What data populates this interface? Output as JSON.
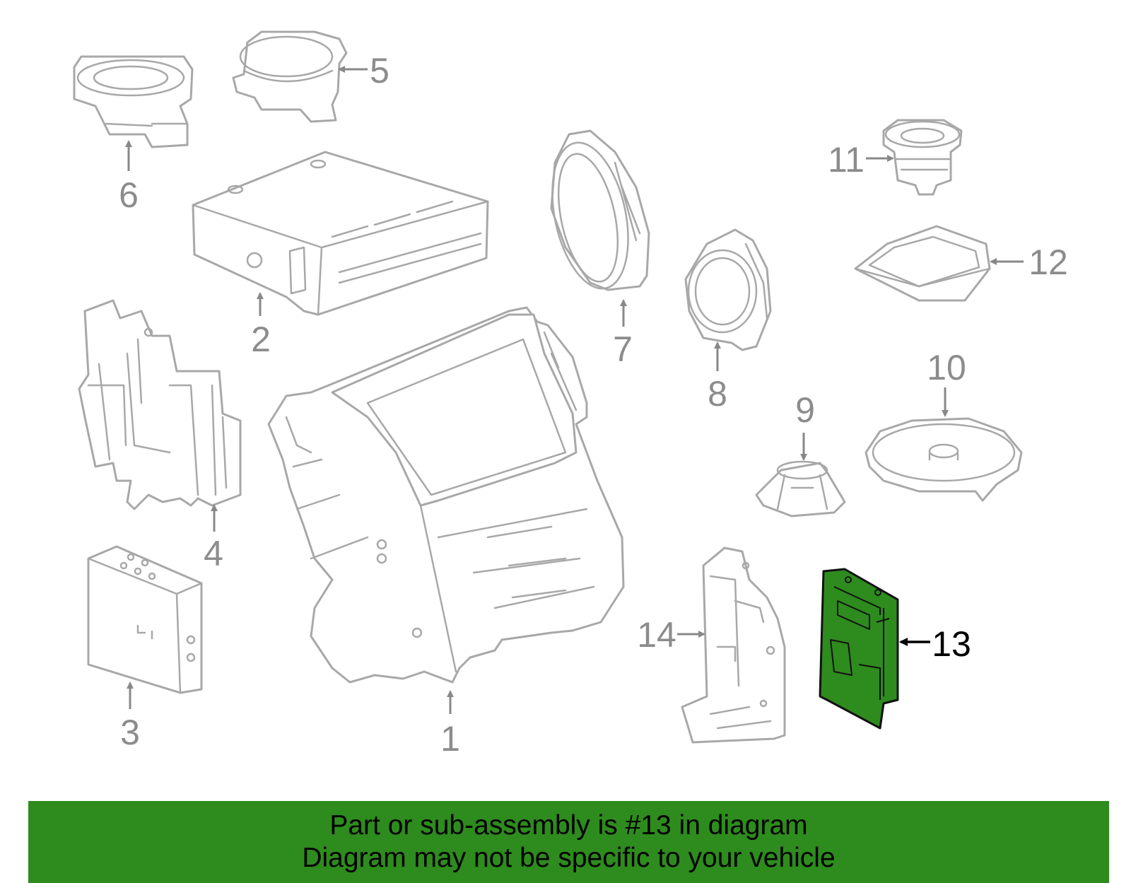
{
  "diagram": {
    "highlight_color": "#2e8b1e",
    "part_line_color": "#a8a8a8",
    "callouts": [
      "1",
      "2",
      "3",
      "4",
      "5",
      "6",
      "7",
      "8",
      "9",
      "10",
      "11",
      "12",
      "13",
      "14"
    ],
    "highlighted_part": "13"
  },
  "banner": {
    "line1": "Part or sub-assembly is #13 in diagram",
    "line2": "Diagram may not be specific to your vehicle"
  }
}
